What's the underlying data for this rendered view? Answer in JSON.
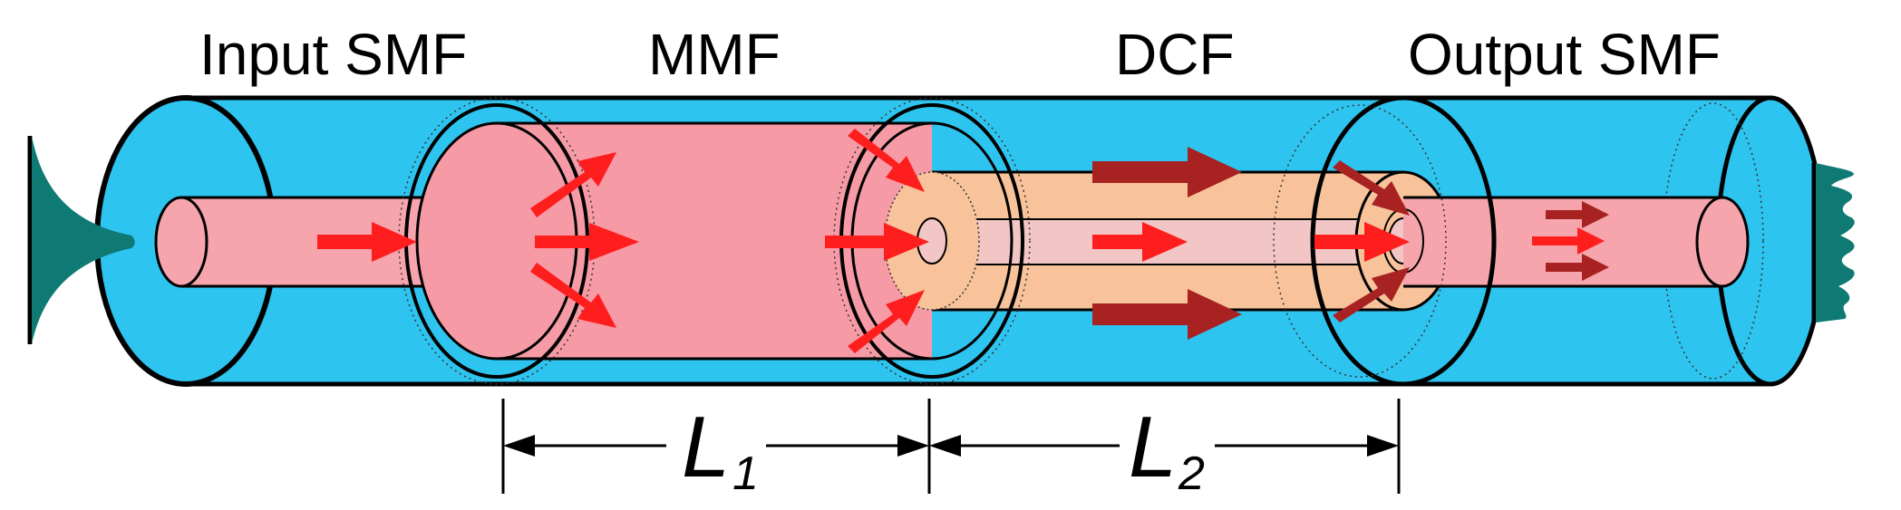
{
  "labels": {
    "input_smf": "Input SMF",
    "mmf": "MMF",
    "dcf": "DCF",
    "output_smf": "Output SMF"
  },
  "dimensions": {
    "l1_main": "L",
    "l1_sub": "1",
    "l2_main": "L",
    "l2_sub": "2"
  },
  "colors": {
    "cladding": "#2ec4f0",
    "input_core": "#f6a5ad",
    "mmf_body": "#f69aa6",
    "dcf_body": "#f8c39a",
    "dcf_inner": "#f3c6c6",
    "output_core": "#f6a5ad",
    "arrow_bright": "#ff1e1e",
    "arrow_dark": "#a82222",
    "pulse": "#0e7a73",
    "outline": "#000000"
  },
  "icons": {
    "input_pulse": "gaussian-pulse-icon",
    "output_pulse": "multi-peak-pulse-icon"
  }
}
